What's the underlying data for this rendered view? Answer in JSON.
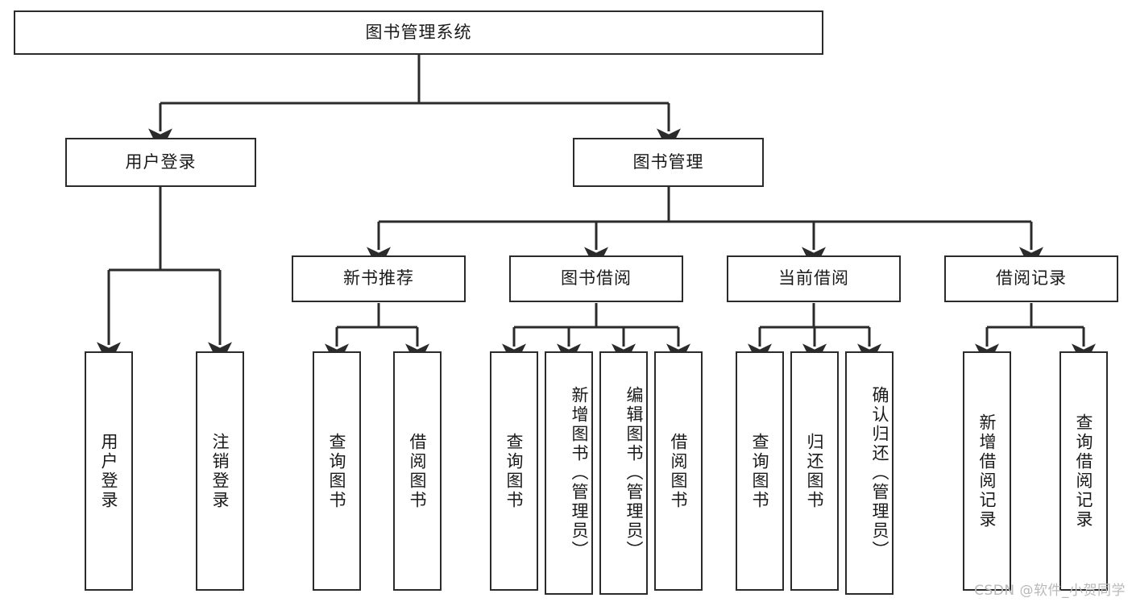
{
  "diagram": {
    "title": "图书管理系统",
    "watermark": "CSDN @软件_小贺同学",
    "colors": {
      "stroke": "#2b2b2b",
      "fill": "#ffffff",
      "text": "#1a1a1a",
      "watermark": "#b9b9b9"
    },
    "nodes": {
      "root": {
        "label": "图书管理系统"
      },
      "level2": [
        {
          "id": "user-login",
          "label": "用户登录"
        },
        {
          "id": "book-manage",
          "label": "图书管理"
        }
      ],
      "level3": [
        {
          "id": "new-book-recommend",
          "label": "新书推荐"
        },
        {
          "id": "book-borrow",
          "label": "图书借阅"
        },
        {
          "id": "current-borrow",
          "label": "当前借阅"
        },
        {
          "id": "borrow-record",
          "label": "借阅记录"
        }
      ],
      "leaves": {
        "user_login": [
          {
            "id": "leaf-user-login",
            "label": "用户登录"
          },
          {
            "id": "leaf-logout-login",
            "label": "注销登录"
          }
        ],
        "new_book_recommend": [
          {
            "id": "leaf-query-book-1",
            "label": "查询图书"
          },
          {
            "id": "leaf-borrow-book-1",
            "label": "借阅图书"
          }
        ],
        "book_borrow": [
          {
            "id": "leaf-query-book-2",
            "label": "查询图书"
          },
          {
            "id": "leaf-add-book",
            "label": "新增图书（管理员）"
          },
          {
            "id": "leaf-edit-book",
            "label": "编辑图书（管理员）"
          },
          {
            "id": "leaf-borrow-book-2",
            "label": "借阅图书"
          }
        ],
        "current_borrow": [
          {
            "id": "leaf-query-book-3",
            "label": "查询图书"
          },
          {
            "id": "leaf-return-book",
            "label": "归还图书"
          },
          {
            "id": "leaf-confirm-return",
            "label": "确认归还（管理员）"
          }
        ],
        "borrow_record": [
          {
            "id": "leaf-add-record",
            "label": "新增借阅记录"
          },
          {
            "id": "leaf-query-record",
            "label": "查询借阅记录"
          }
        ]
      }
    }
  }
}
